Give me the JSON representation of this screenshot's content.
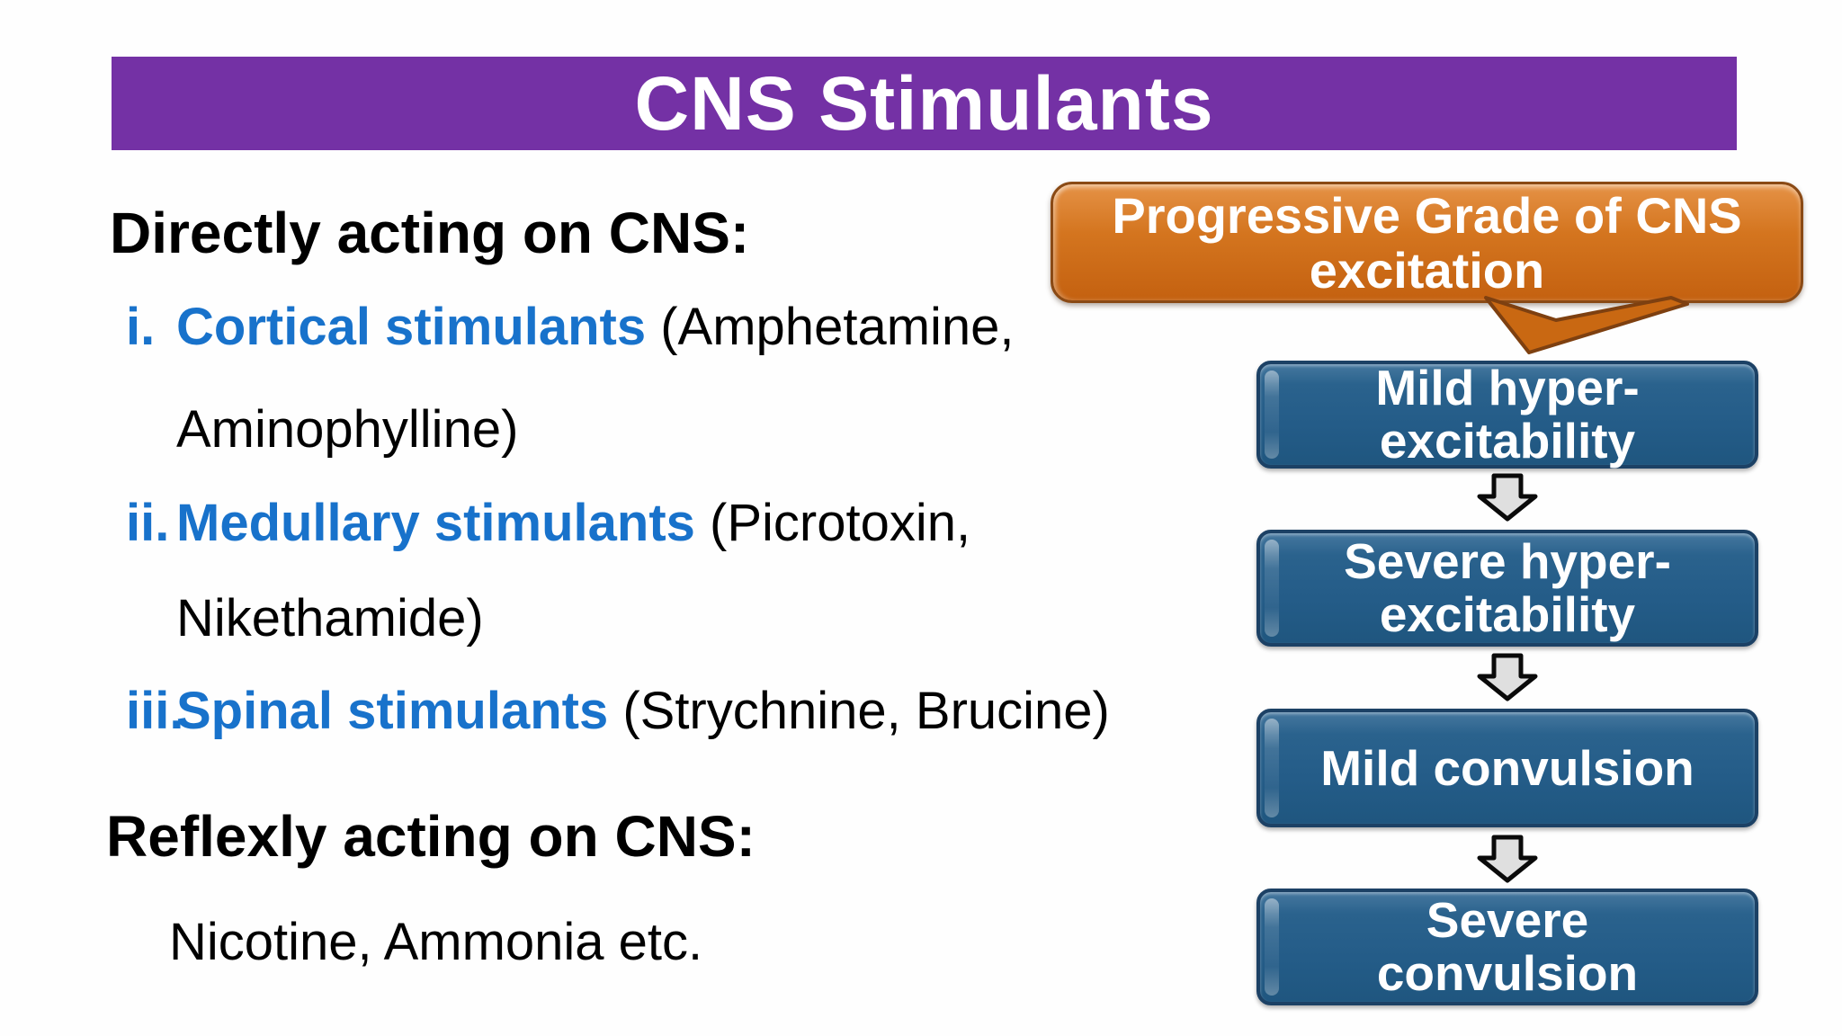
{
  "title_bar": {
    "text": "CNS Stimulants",
    "bg_color": "#7431A5"
  },
  "outline": {
    "heading1": "Directly acting on CNS:",
    "items": [
      {
        "num": "i.",
        "term": "Cortical stimulants",
        "rest": " (Amphetamine,",
        "cont": "Aminophylline)"
      },
      {
        "num": "ii.",
        "term": "Medullary stimulants",
        "rest": " (Picrotoxin,",
        "cont": "Nikethamide)"
      },
      {
        "num": "iii.",
        "term": "Spinal stimulants",
        "rest": " (Strychnine, Brucine)",
        "cont": ""
      }
    ],
    "heading2": "Reflexly acting on CNS:",
    "note": "Nicotine, Ammonia etc."
  },
  "flowchart": {
    "callout": {
      "line1": "Progressive Grade of CNS",
      "line2": "excitation"
    },
    "steps": [
      {
        "label": "Mild hyper-\nexcitability"
      },
      {
        "label": "Severe hyper-\nexcitability"
      },
      {
        "label": "Mild convulsion"
      },
      {
        "label": "Severe\nconvulsion"
      }
    ],
    "arrow_icon": "down-arrow-icon"
  },
  "colors": {
    "accent_purple": "#7431A5",
    "accent_orange": "#D4751F",
    "step_blue": "#245C88",
    "term_blue": "#1872CB",
    "arrow_fill": "#DFDFDF",
    "text_black": "#000000",
    "text_white": "#FFFFFF"
  }
}
